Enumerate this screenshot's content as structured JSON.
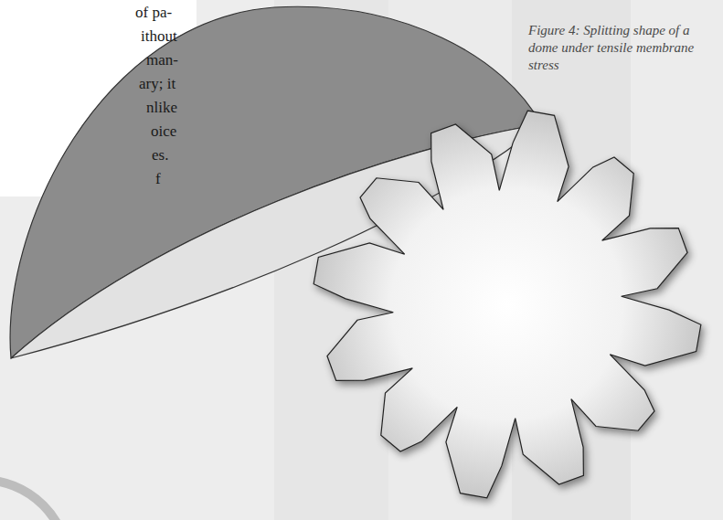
{
  "diagram": {
    "caption": "Figure 4: Splitting shape of a dome under tensile membrane stress",
    "labels": [
      "of pa-",
      "ithout",
      "man-",
      "ary; it",
      "nlike",
      "oice",
      "es.",
      "f"
    ]
  }
}
